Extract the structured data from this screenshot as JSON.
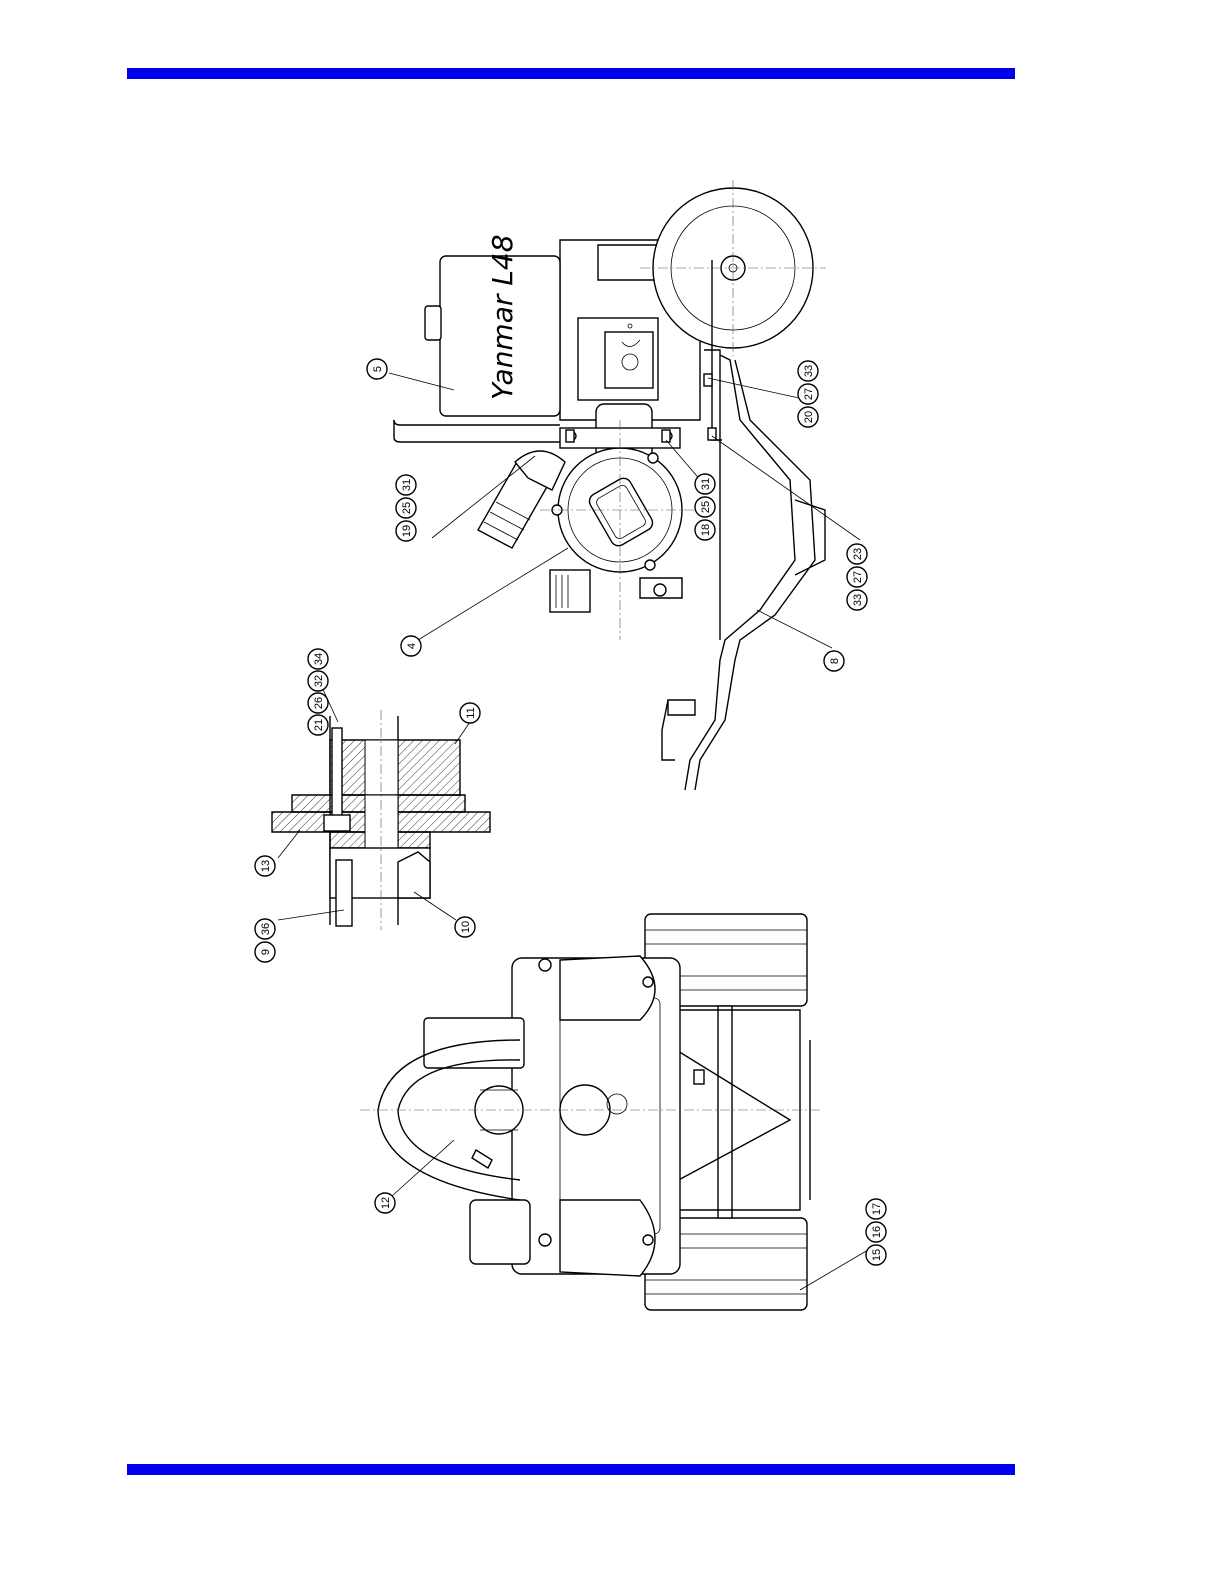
{
  "colors": {
    "rule": "#0000ee",
    "ink": "#000000",
    "paper": "#ffffff"
  },
  "engine_label": "Yanmar L48",
  "balloons": {
    "n4": "4",
    "n5": "5",
    "n8": "8",
    "n9": "9",
    "n10": "10",
    "n11": "11",
    "n12": "12",
    "n13": "13",
    "n15": "15",
    "n16": "16",
    "n17": "17",
    "n18": "18",
    "n19": "19",
    "n20": "20",
    "n21": "21",
    "n23": "23",
    "n25": "25",
    "n26": "26",
    "n27": "27",
    "n31": "31",
    "n32": "32",
    "n33": "33",
    "n34": "34",
    "n36": "36"
  }
}
